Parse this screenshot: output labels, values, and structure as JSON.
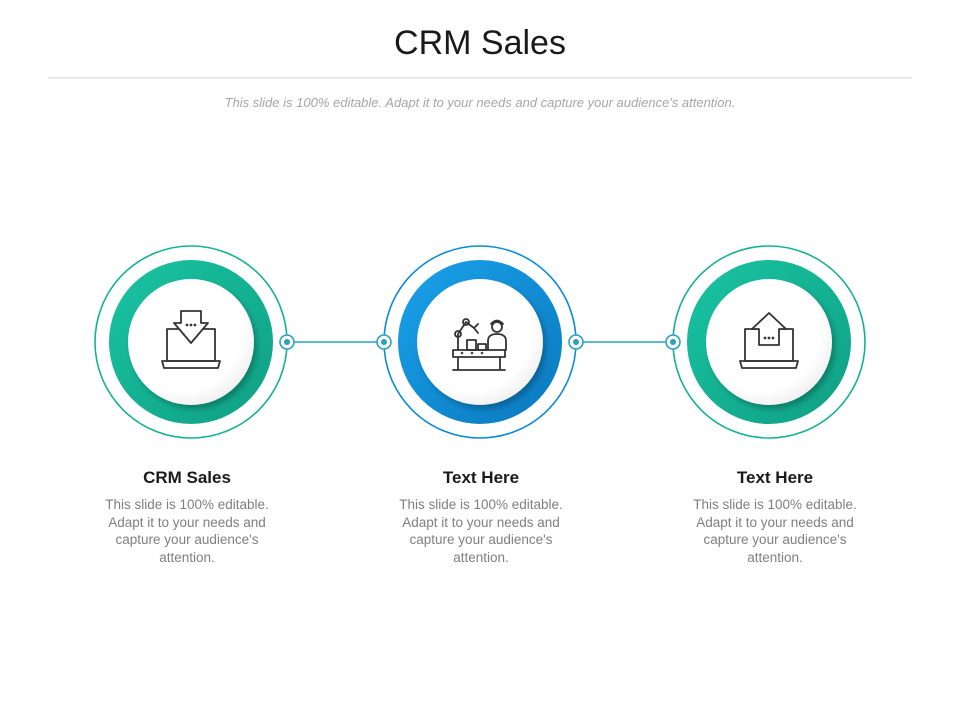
{
  "slide": {
    "title": "CRM Sales",
    "subtitle": "This slide is 100% editable.  Adapt it to your needs and capture your audience's attention."
  },
  "colors": {
    "teal": "#14b294",
    "blue": "#0b8bd5",
    "line": "#2aa0c0"
  },
  "items": [
    {
      "title": "CRM Sales",
      "text": "This slide is 100% editable. Adapt it to your needs and capture your audience's attention.",
      "icon": "laptop-download-icon",
      "color": "teal"
    },
    {
      "title": "Text Here",
      "text": "This slide is 100% editable. Adapt it to your needs and capture your audience's attention.",
      "icon": "factory-robot-worker-icon",
      "color": "blue"
    },
    {
      "title": "Text Here",
      "text": "This slide is 100% editable. Adapt it to your needs and capture your audience's attention.",
      "icon": "laptop-upload-icon",
      "color": "teal"
    }
  ]
}
